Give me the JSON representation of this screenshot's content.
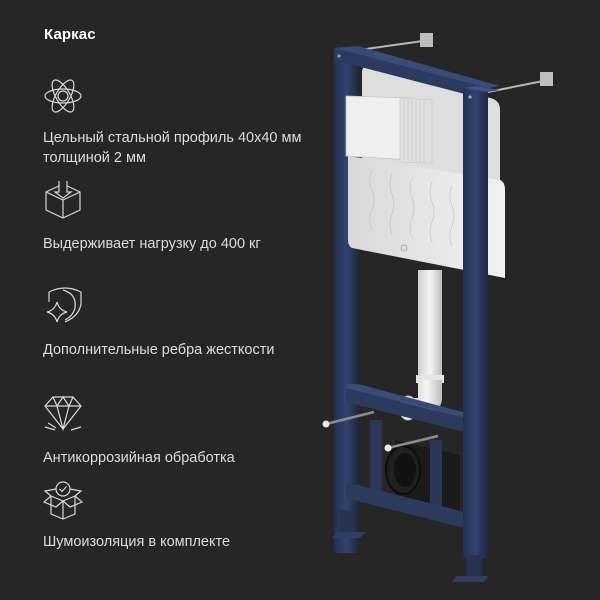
{
  "header": {
    "title": "Каркас"
  },
  "features": [
    {
      "icon": "atom-icon",
      "text": "Цельный стальной профиль 40х40 мм толщиной 2 мм"
    },
    {
      "icon": "box-load-icon",
      "text": "Выдерживает нагрузку до 400 кг"
    },
    {
      "icon": "shield-star-icon",
      "text": "Дополнительные ребра жесткости"
    },
    {
      "icon": "diamond-icon",
      "text": "Антикоррозийная обработка"
    },
    {
      "icon": "box-check-icon",
      "text": "Шумоизоляция в комплекте"
    }
  ],
  "colors": {
    "background": "#262626",
    "frame": "#2c3a5e",
    "cistern": "#e8e8e8",
    "text": "#dcdcdc"
  },
  "product": {
    "name": "installation-frame-image"
  }
}
